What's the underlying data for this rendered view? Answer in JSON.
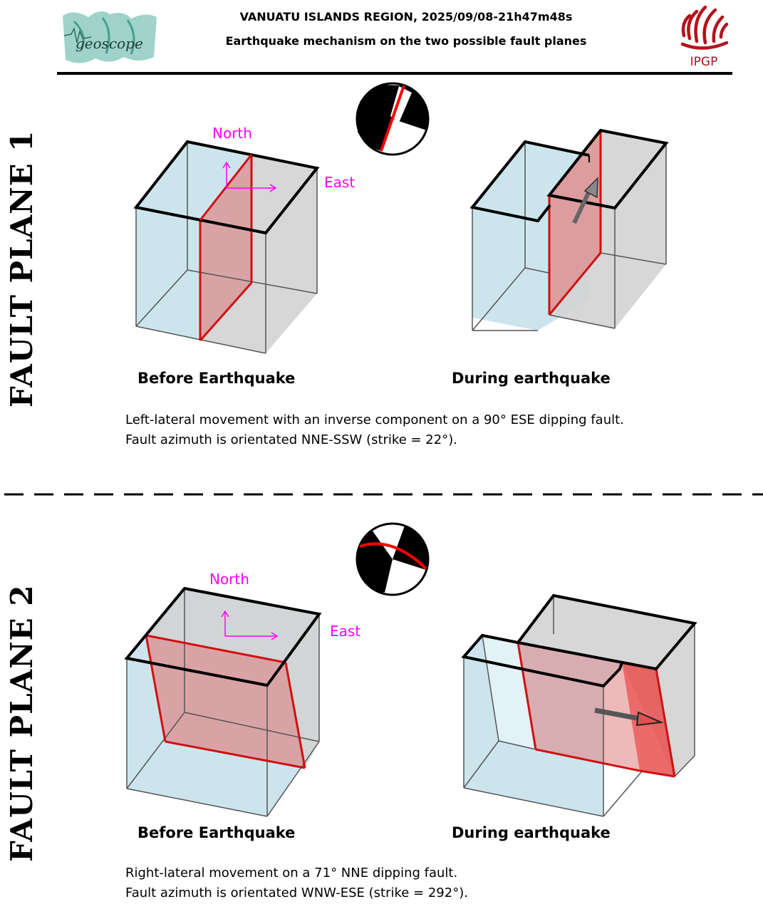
{
  "header": {
    "title_line1": "VANUATU ISLANDS REGION, 2025/09/08-21h47m48s",
    "title_line2": "Earthquake mechanism on the two possible fault planes",
    "left_logo_text": "geoscope",
    "right_logo_text": "IPGP"
  },
  "plane1": {
    "side_label": "FAULT PLANE 1",
    "north_label": "North",
    "east_label": "East",
    "before_caption": "Before Earthquake",
    "during_caption": "During earthquake",
    "desc_line1": "Left-lateral movement with an inverse component on a 90° ESE dipping fault.",
    "desc_line2": "Fault azimuth is orientated NNE-SSW (strike = 22°)."
  },
  "plane2": {
    "side_label": "FAULT PLANE 2",
    "north_label": "North",
    "east_label": "East",
    "before_caption": "Before Earthquake",
    "during_caption": "During earthquake",
    "desc_line1": "Right-lateral movement on a 71° NNE dipping fault.",
    "desc_line2": "Fault azimuth is orientated WNW-ESE (strike = 292°)."
  },
  "colors": {
    "block_blue": "#c3e0ea",
    "block_gray": "#d3d3d3",
    "fault_red": "#e08080",
    "compass_magenta": "#ff00ff",
    "logo_teal": "#7fc4b8",
    "logo_red": "#b5121b"
  },
  "icons": [
    "geoscope-logo",
    "ipgp-logo",
    "beachball-icon",
    "compass-arrows-icon",
    "slip-arrow-icon"
  ]
}
